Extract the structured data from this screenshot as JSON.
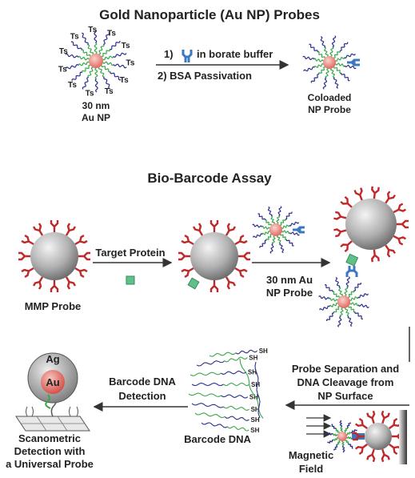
{
  "colors": {
    "antibody_red": "#c0282a",
    "antibody_blue": "#3b78c0",
    "dna_green": "#3aa84a",
    "dna_navy": "#2d2f8a",
    "gold_core": "#e8807a",
    "mmp_gray": "#9a9a9a"
  },
  "top": {
    "title": "Gold Nanoparticle (Au NP) Probes",
    "tag": "Ts",
    "np_label_1": "30 nm",
    "np_label_2": "Au NP",
    "step1_num": "1)",
    "step1_text": "in borate buffer",
    "step2_text": "2) BSA Passivation",
    "result_label_1": "Coloaded",
    "result_label_2": "NP Probe"
  },
  "assay": {
    "title": "Bio-Barcode Assay",
    "mmp_label": "MMP Probe",
    "target_label": "Target Protein",
    "np_probe_label_1": "30 nm Au",
    "np_probe_label_2": "NP Probe",
    "separation_label_1": "Probe Separation and",
    "separation_label_2": "DNA Cleavage from",
    "separation_label_3": "NP Surface",
    "magnetic_label_1": "Magnetic",
    "magnetic_label_2": "Field",
    "barcode_label": "Barcode DNA",
    "sh_tag": "SH",
    "detection_label_1": "Barcode DNA",
    "detection_label_2": "Detection",
    "scano_label_1": "Scanometric",
    "scano_label_2": "Detection with",
    "scano_label_3": "a Universal Probe",
    "ag_label": "Ag",
    "au_label": "Au"
  }
}
